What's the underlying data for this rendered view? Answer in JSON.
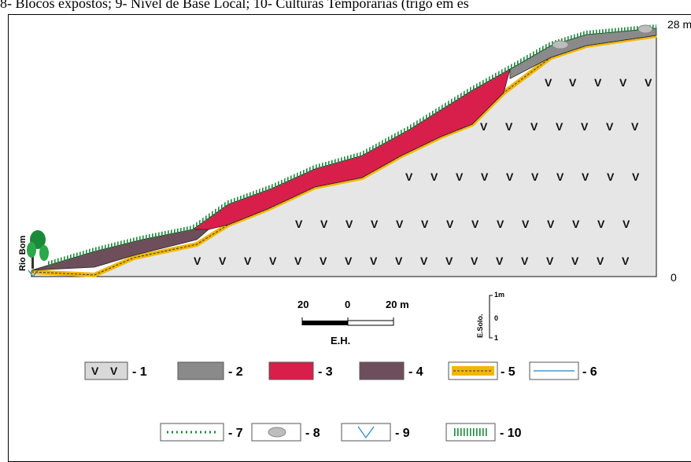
{
  "caption": "8- Blocos expostos; 9- Nível de Base Local; 10- Culturas Temporárias (trigo em es",
  "profile": {
    "elevation_top": "28 m",
    "elevation_bottom": "0",
    "river_label": "Rio Bom",
    "v_mark": "V"
  },
  "scale": {
    "left_label": "20",
    "center_label": "0",
    "right_label": "20 m",
    "caption": "E.H."
  },
  "soil_scale": {
    "label": "E.Solo.",
    "top": "1m",
    "middle": "0",
    "bottom": "1"
  },
  "legend": {
    "items": [
      {
        "key": "1",
        "label": "- 1",
        "swatch": "v-marks",
        "color": "#d9d9d9"
      },
      {
        "key": "2",
        "label": "- 2",
        "swatch": "fill",
        "color": "#8a8a8a"
      },
      {
        "key": "3",
        "label": "- 3",
        "swatch": "fill",
        "color": "#d81f4c"
      },
      {
        "key": "4",
        "label": "- 4",
        "swatch": "fill",
        "color": "#6e4e5a"
      },
      {
        "key": "5",
        "label": "- 5",
        "swatch": "dashed-yellow",
        "color": "#f2b705"
      },
      {
        "key": "6",
        "label": "- 6",
        "swatch": "blue-line",
        "color": "#1e88c8"
      },
      {
        "key": "7",
        "label": "- 7",
        "swatch": "green-dots",
        "color": "#1a8a3a"
      },
      {
        "key": "8",
        "label": "- 8",
        "swatch": "boulder",
        "color": "#bdbdbd"
      },
      {
        "key": "9",
        "label": "- 9",
        "swatch": "blue-v",
        "color": "#1e88c8"
      },
      {
        "key": "10",
        "label": "- 10",
        "swatch": "green-bars",
        "color": "#1a8a3a"
      }
    ]
  }
}
